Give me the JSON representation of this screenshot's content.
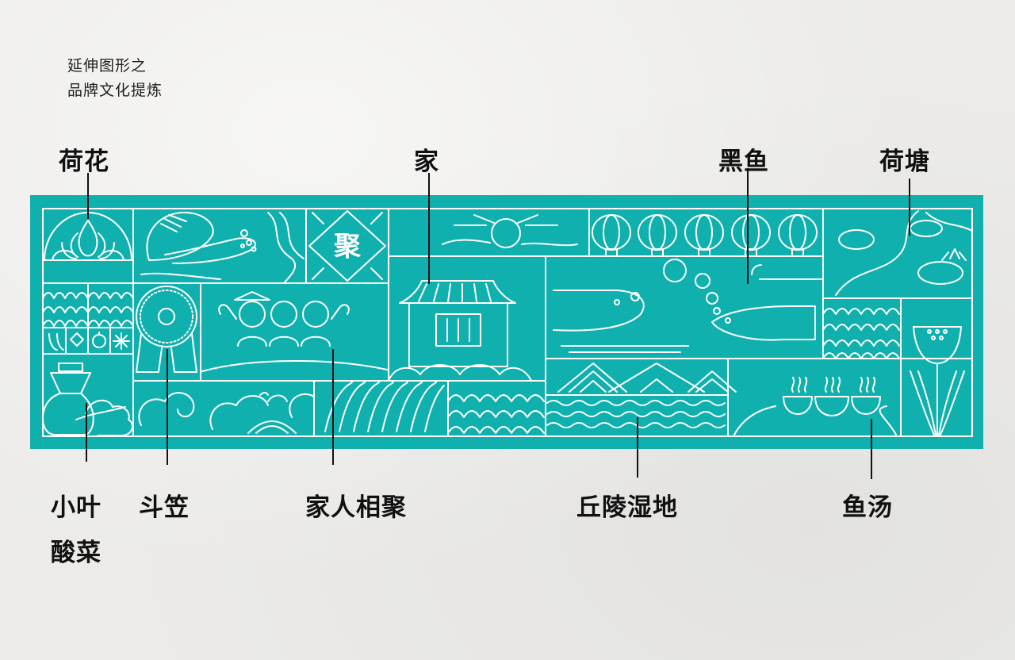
{
  "intro": {
    "line1": "延伸图形之",
    "line2": "品牌文化提炼"
  },
  "colors": {
    "background": "#ecebe8",
    "panel": "#0fb0ae",
    "line_art": "#ffffff",
    "text": "#111111"
  },
  "labels_top": [
    {
      "id": "lotus",
      "text": "荷花"
    },
    {
      "id": "home",
      "text": "家"
    },
    {
      "id": "snakehead-fish",
      "text": "黑鱼"
    },
    {
      "id": "lotus-pond",
      "text": "荷塘"
    }
  ],
  "labels_bottom": [
    {
      "id": "pickled-greens",
      "line1": "小叶",
      "line2": "酸菜"
    },
    {
      "id": "bamboo-hat",
      "text": "斗笠"
    },
    {
      "id": "family-reunion",
      "text": "家人相聚"
    },
    {
      "id": "hills-wetland",
      "text": "丘陵湿地"
    },
    {
      "id": "fish-soup",
      "text": "鱼汤"
    }
  ],
  "panel_tiles": [
    {
      "name": "lotus-flower"
    },
    {
      "name": "fish-jumping"
    },
    {
      "name": "river-path"
    },
    {
      "name": "ju-character-diamond",
      "glyph": "聚"
    },
    {
      "name": "sunrise-clouds"
    },
    {
      "name": "lanterns",
      "count": 5
    },
    {
      "name": "lotus-pond-lily-pads"
    },
    {
      "name": "fish-scale-pattern"
    },
    {
      "name": "vegetable-icons",
      "count": 4
    },
    {
      "name": "bamboo-hat-medallion"
    },
    {
      "name": "family-three-people"
    },
    {
      "name": "traditional-house"
    },
    {
      "name": "snakehead-fish-pair"
    },
    {
      "name": "lotus-seedpod"
    },
    {
      "name": "pickle-jar-greens"
    },
    {
      "name": "waves-clouds"
    },
    {
      "name": "reeds-cattails"
    },
    {
      "name": "mountains-water"
    },
    {
      "name": "fish-soup-bowls",
      "count": 3
    }
  ]
}
